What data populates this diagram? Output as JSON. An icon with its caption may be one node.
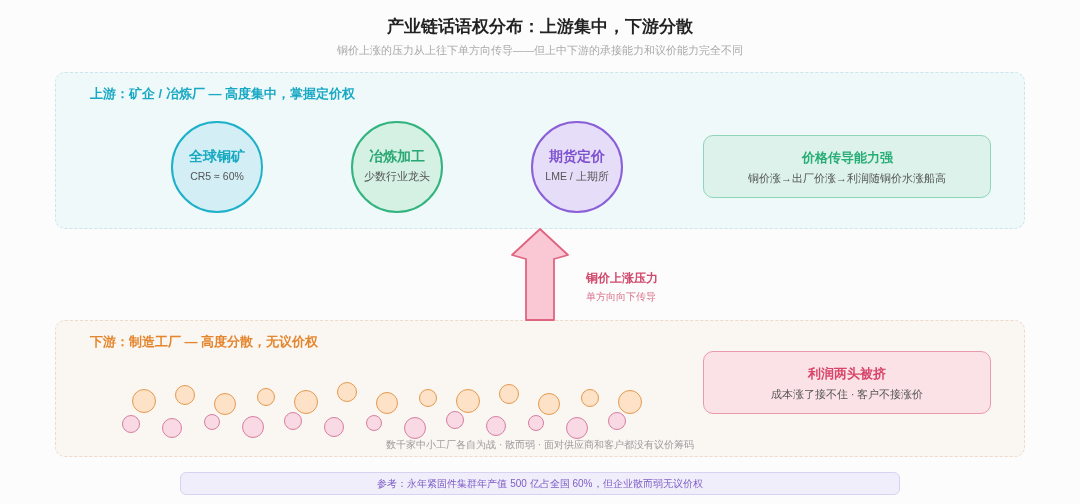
{
  "diagram": {
    "title": "产业链话语权分布：上游集中，下游分散",
    "nodes": [
      {
        "text": [
          "上游：矿企 / 冶炼厂 — 高度集中，掌握定价权"
        ]
      },
      {
        "text": [
          "全球铜矿",
          "CR5 ≈ 60%"
        ],
        "in": 0
      },
      {
        "text": [
          "冶炼加工",
          "少数行业龙头"
        ],
        "in": 0
      },
      {
        "text": [
          "期货定价",
          "LME / 上期所"
        ],
        "in": 0
      },
      {
        "text": [
          "价格传导能力强",
          "铜价涨→出厂价涨→利润随铜价水涨船高"
        ],
        "in": 0
      },
      {
        "text": [
          "下游：制造工厂 — 高度分散，无议价权",
          "数千家中小工厂各自为战 · 散而弱 · 面对供应商和客户都没有议价筹码"
        ]
      },
      {
        "text": [
          "利润两头被挤",
          "成本涨了接不住 · 客户不接涨价"
        ],
        "in": 5
      },
      {
        "text": [],
        "shape": "circle",
        "in": 5
      },
      {
        "text": [],
        "shape": "circle",
        "in": 5
      },
      {
        "text": [],
        "shape": "circle",
        "in": 5
      },
      {
        "text": [],
        "shape": "circle",
        "in": 5
      },
      {
        "text": [],
        "shape": "circle",
        "in": 5
      },
      {
        "text": [],
        "shape": "circle",
        "in": 5
      },
      {
        "text": [],
        "shape": "circle",
        "in": 5
      },
      {
        "text": [],
        "shape": "circle",
        "in": 5
      },
      {
        "text": [],
        "shape": "circle",
        "in": 5
      },
      {
        "text": [],
        "shape": "circle",
        "in": 5
      },
      {
        "text": [],
        "shape": "circle",
        "in": 5
      },
      {
        "text": [],
        "shape": "circle",
        "in": 5
      },
      {
        "text": [],
        "shape": "circle",
        "in": 5
      },
      {
        "text": [],
        "shape": "circle",
        "in": 5
      },
      {
        "text": [],
        "shape": "circle",
        "in": 5
      },
      {
        "text": [],
        "shape": "circle",
        "in": 5
      },
      {
        "text": [],
        "shape": "circle",
        "in": 5
      },
      {
        "text": [],
        "shape": "circle",
        "in": 5
      },
      {
        "text": [],
        "shape": "circle",
        "in": 5
      },
      {
        "text": [],
        "shape": "circle",
        "in": 5
      },
      {
        "text": [],
        "shape": "circle",
        "in": 5
      },
      {
        "text": [],
        "shape": "circle",
        "in": 5
      },
      {
        "text": [],
        "shape": "circle",
        "in": 5
      },
      {
        "text": [],
        "shape": "circle",
        "in": 5
      },
      {
        "text": [],
        "shape": "circle",
        "in": 5
      },
      {
        "text": [],
        "shape": "circle",
        "in": 5
      },
      {
        "text": [
          "参考：永年紧固件集群年产值 500 亿占全国 60%，但企业散而弱无议价权"
        ]
      }
    ],
    "edges": [
      {
        "from": 5,
        "to": 0,
        "arrow": "to",
        "label": "铜价上涨压力"
      }
    ],
    "labels": [
      "铜价上涨的压力从上往下单方向传导——但上中下游的承接能力和议价能力完全不同",
      "单方向向下传导"
    ]
  }
}
